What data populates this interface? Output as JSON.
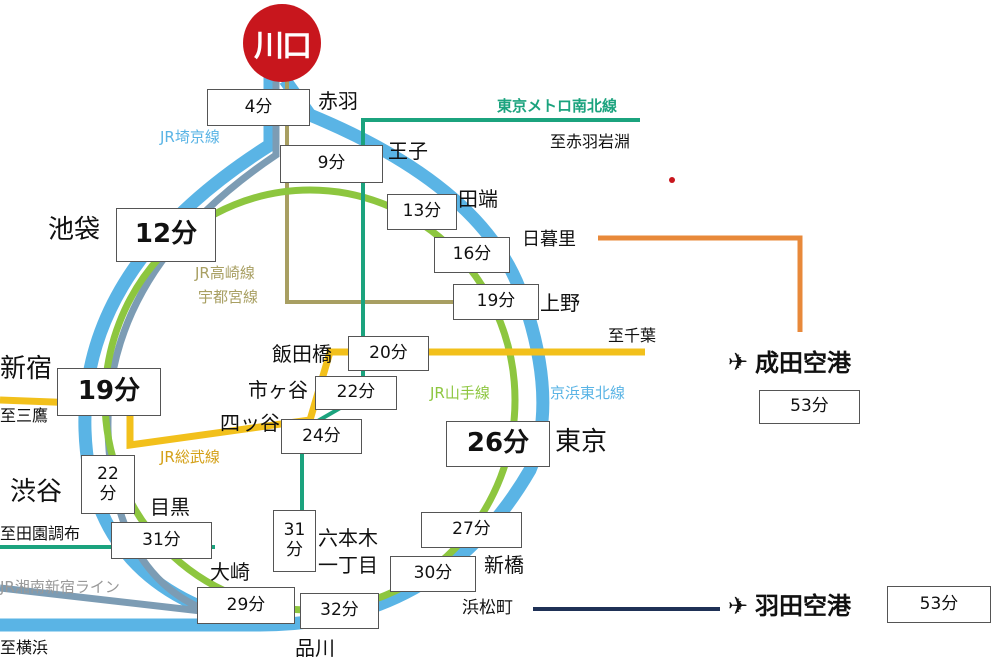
{
  "origin": {
    "name": "川口",
    "color": "#c8161d"
  },
  "line_colors": {
    "yamanote": "#8dc63f",
    "keihin_tohoku": "#5ab4e5",
    "saikyo": "#7c9cb4",
    "takasaki": "#a89f62",
    "namboku": "#1ba37e",
    "sobu": "#f2c01b",
    "narita_link": "#e8893a",
    "haneda_link": "#1f3156"
  },
  "lines": {
    "saikyo": "JR埼京線",
    "takasaki": "JR高崎線",
    "utsunomiya": "宇都宮線",
    "namboku": "東京メトロ南北線",
    "yamanote": "JR山手線",
    "keihin_tohoku": "京浜東北線",
    "sobu": "JR総武線",
    "shonan": "JR湘南新宿ライン"
  },
  "directions": {
    "akabane_iwabuchi": "至赤羽岩淵",
    "chiba": "至千葉",
    "mitaka": "至三鷹",
    "denenchofu": "至田園調布",
    "yokohama": "至横浜"
  },
  "stations": {
    "akabane": "赤羽",
    "oji": "王子",
    "tabata": "田端",
    "nippori": "日暮里",
    "ueno": "上野",
    "ikebukuro": "池袋",
    "iidabashi": "飯田橋",
    "ichigaya": "市ヶ谷",
    "yotsuya": "四ッ谷",
    "shinjuku": "新宿",
    "shibuya": "渋谷",
    "meguro": "目黒",
    "osaki": "大崎",
    "roppongi1": "六本木",
    "roppongi2": "一丁目",
    "tokyo": "東京",
    "shinbashi": "新橋",
    "hamamatsucho": "浜松町",
    "shinagawa": "品川",
    "narita": "成田空港",
    "haneda": "羽田空港"
  },
  "times": {
    "akabane": "4分",
    "oji": "9分",
    "tabata": "13分",
    "nippori": "16分",
    "ueno": "19分",
    "ikebukuro": "12分",
    "iidabashi": "20分",
    "ichigaya": "22分",
    "yotsuya": "24分",
    "shinjuku": "19分",
    "shibuya_1": "22",
    "shibuya_2": "分",
    "meguro": "31分",
    "roppongi_1": "31",
    "roppongi_2": "分",
    "tokyo": "26分",
    "shinbashi": "27分",
    "hamamatsucho": "30分",
    "osaki": "29分",
    "shinagawa": "32分",
    "narita": "53分",
    "haneda": "53分"
  },
  "icons": {
    "airport": "airplane-icon"
  }
}
